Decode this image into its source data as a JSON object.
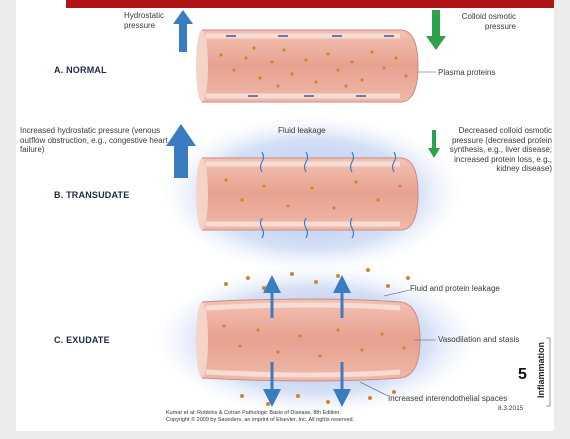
{
  "labels": {
    "hydrostatic": "Hydrostatic pressure",
    "colloid": "Colloid osmotic pressure",
    "plasma_proteins": "Plasma proteins",
    "increased_hydrostatic": "Increased hydrostatic pressure (venous outflow obstruction, e.g., congestive heart failure)",
    "fluid_leakage": "Fluid leakage",
    "decreased_colloid": "Decreased colloid osmotic pressure (decreased protein synthesis, e.g., liver disease; increased protein loss, e.g., kidney disease)",
    "fluid_protein_leakage": "Fluid and protein leakage",
    "vasodilation": "Vasodilation and stasis",
    "interendothelial": "Increased interendothelial spaces"
  },
  "sections": {
    "a": "A. NORMAL",
    "b": "B. TRANSUDATE",
    "c": "C. EXUDATE"
  },
  "side": {
    "number": "5",
    "vertical": "Inflammation",
    "date": "8.3.2015"
  },
  "citation": {
    "line1": "Kumar et al: Robbins & Cotran Pathologic Basis of Disease, 8th Edition.",
    "line2": "Copyright © 2009 by Saunders, an imprint of Elsevier, Inc. All rights reserved."
  },
  "colors": {
    "header_bar": "#b01414",
    "vessel_fill": "#e9a898",
    "vessel_wall": "#f3d5cb",
    "protein_dot": "#c98a2c",
    "leak_glow": "#a9bde8",
    "arrow_blue": "#3a7cc2",
    "arrow_green": "#2ea24a"
  }
}
